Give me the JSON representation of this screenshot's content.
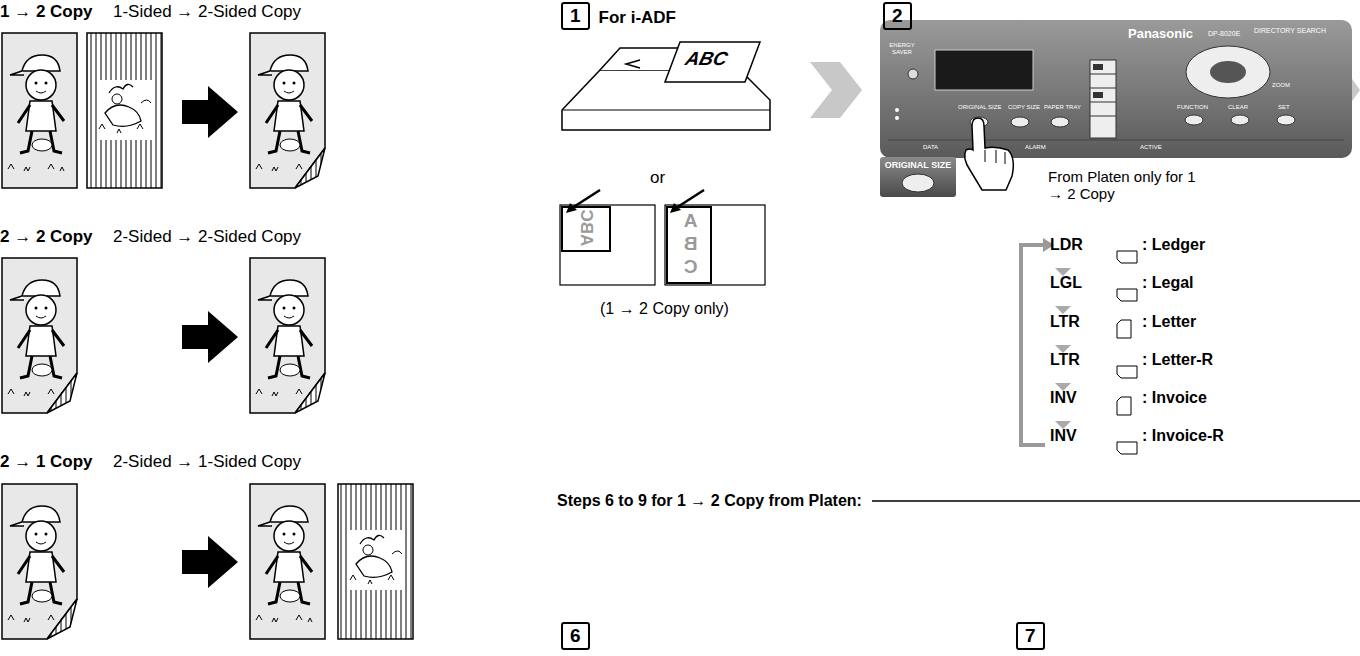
{
  "diagram": {
    "nodes": [
      {
        "text": [
          "1",
          "For i-ADF"
        ]
      },
      {
        "text": [
          "2"
        ]
      },
      {
        "text": [
          "6"
        ]
      },
      {
        "text": [
          "7"
        ]
      },
      {
        "text": [
          "ORIGINAL SIZE"
        ]
      }
    ],
    "labels": [
      "1 → 2 Copy",
      "1-Sided → 2-Sided Copy",
      "2 → 2 Copy",
      "2-Sided → 2-Sided Copy",
      "2 → 1 Copy",
      "2-Sided → 1-Sided Copy",
      "ABC",
      "or",
      "ABC",
      "ABC",
      "(1 → 2 Copy only)",
      "Panasonic",
      "DP-8020E",
      "ENERGY SAVER",
      "ORIGINAL SIZE",
      "COPY SIZE",
      "PAPER TRAY",
      "FUNCTION",
      "CLEAR",
      "SET",
      "DIRECTORY SEARCH",
      "ZOOM",
      "DATA",
      "ALARM",
      "ACTIVE",
      "From Platen only for 1 → 2 Copy",
      "LDR",
      ": Ledger",
      "LGL",
      ": Legal",
      "LTR",
      ": Letter",
      "LTR",
      ": Letter-R",
      "INV",
      ": Invoice",
      "INV",
      ": Invoice-R",
      "Steps 6 to 9 for 1 → 2 Copy from Platen:"
    ]
  }
}
